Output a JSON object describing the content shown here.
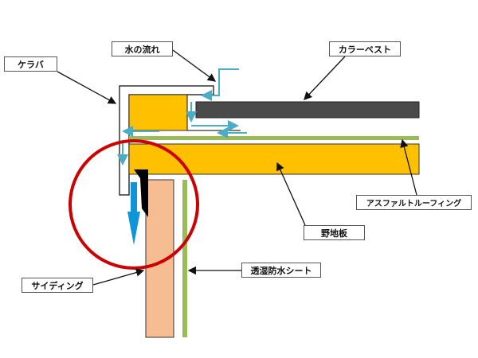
{
  "labels": {
    "keraba": "ケラバ",
    "water_flow": "水の流れ",
    "colorbest": "カラーベスト",
    "asphalt_roofing": "アスファルトルーフィング",
    "sheathing": "野地板",
    "breathable_sheet": "透湿防水シート",
    "siding": "サイディング"
  },
  "colors": {
    "sheathing": "#ffc000",
    "roofing": "#9bbb59",
    "colorbest": "#4a4a4a",
    "siding": "#f6bd92",
    "water": "#4bacc6",
    "drip": "#0f96d8",
    "highlight": "#cc0000"
  }
}
